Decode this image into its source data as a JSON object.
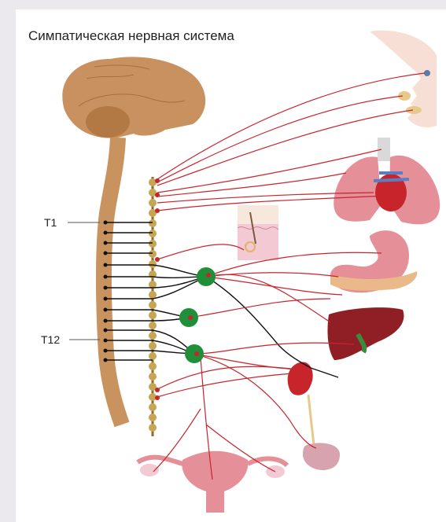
{
  "title": "Симпатическая нервная система",
  "labels": {
    "t1": "T1",
    "t12": "T12"
  },
  "colors": {
    "background": "#ebe8ee",
    "brain": "#c9915f",
    "spine": "#c9935f",
    "ganglia": "#c8a552",
    "nerve_red": "#c8242c",
    "nerve_black": "#111111",
    "ganglion_green": "#1f8f3a",
    "organ_pink": "#e58f98",
    "liver": "#8f1f25",
    "skin": "#f3c9d3"
  },
  "organs": [
    "eye",
    "salivary-glands",
    "lungs",
    "heart",
    "skin",
    "stomach",
    "pancreas",
    "liver",
    "kidney",
    "bladder",
    "uterus"
  ]
}
